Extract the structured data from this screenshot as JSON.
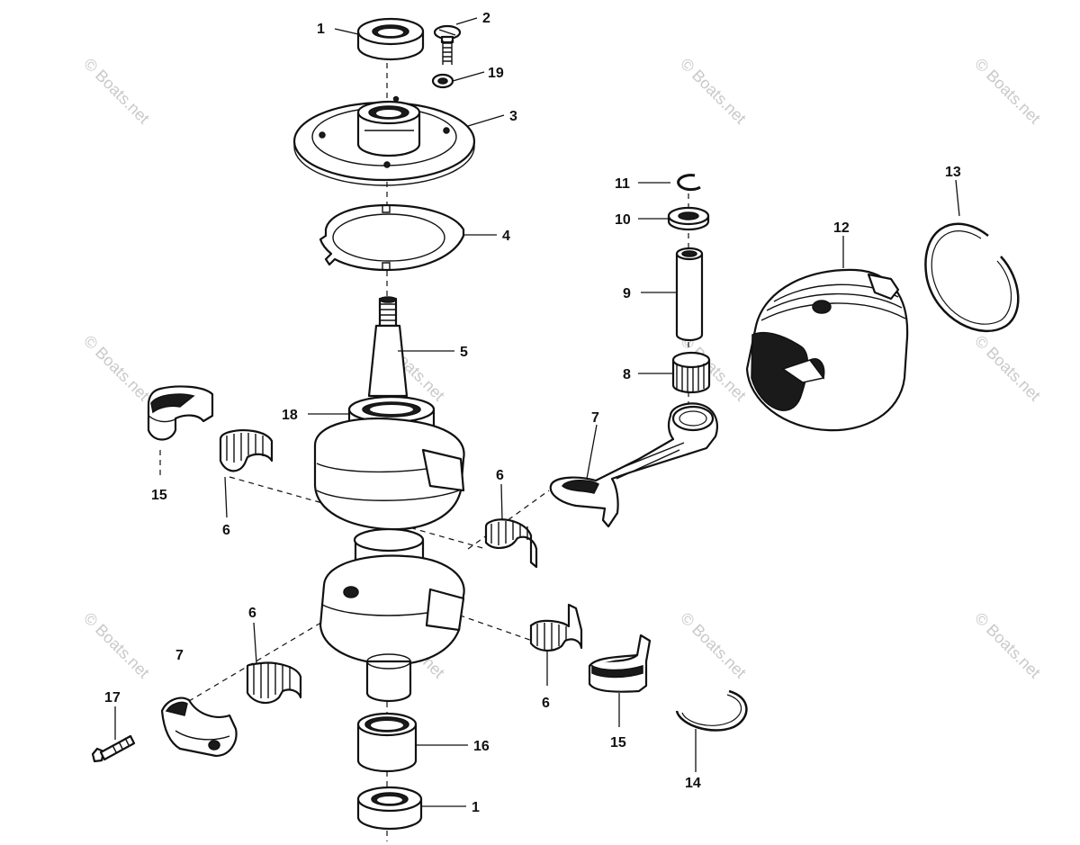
{
  "watermark": "© Boats.net",
  "callouts": {
    "c1_top": "1",
    "c2": "2",
    "c19": "19",
    "c3": "3",
    "c4": "4",
    "c11": "11",
    "c10": "10",
    "c13": "13",
    "c12": "12",
    "c9": "9",
    "c5": "5",
    "c8": "8",
    "c18": "18",
    "c7_rod": "7",
    "c15_left": "15",
    "c6_left": "6",
    "c6_mid": "6",
    "c6_low": "6",
    "c7_cap": "7",
    "c6_right": "6",
    "c17": "17",
    "c15_right": "15",
    "c16": "16",
    "c14": "14",
    "c1_bottom": "1"
  }
}
